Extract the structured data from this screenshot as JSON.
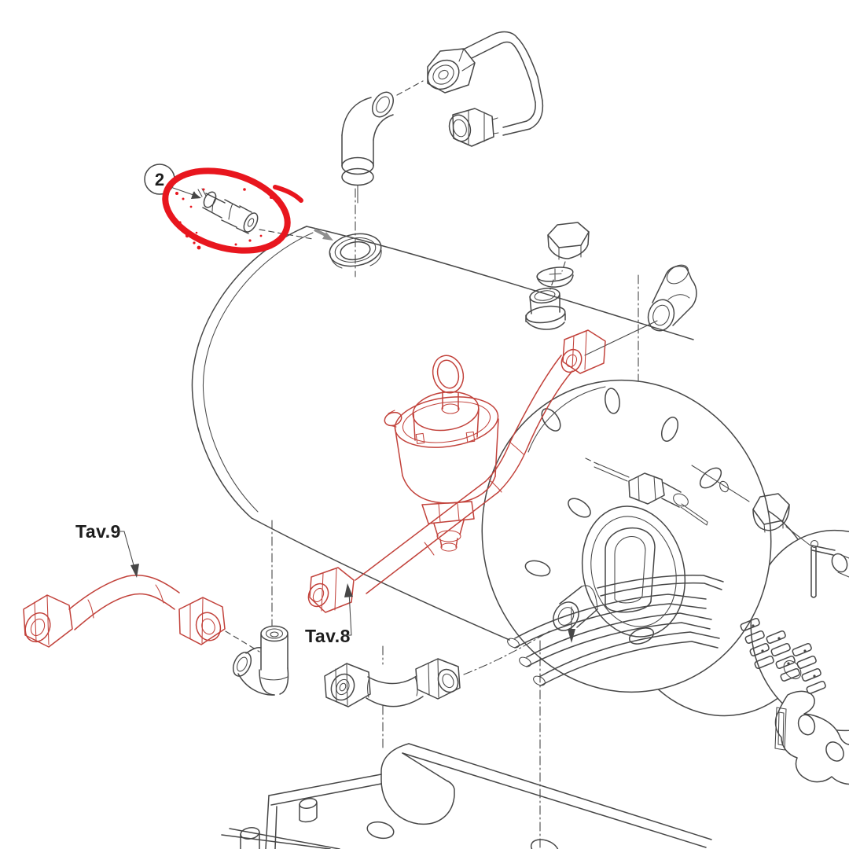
{
  "labels": {
    "part_callout": "2",
    "tav9": "Tav.9",
    "tav8": "Tav.8"
  },
  "colors": {
    "background": "#ffffff",
    "line": "#474747",
    "red_part": "#c2423b",
    "highlight_marker": "#e8161e",
    "leader": "#8f8f8f",
    "label_text": "#1d1d1d"
  },
  "parts": [
    "compression-fitting-part-2",
    "boiler-tank",
    "boiler-top-port",
    "steam-pipe-assembly",
    "hex-cap-nut",
    "sealing-washer",
    "port-fitting",
    "elbow-fitting-right",
    "safety-valve",
    "valve-outlet-pipe-tav8",
    "inlet-pipe-tav9",
    "elbow-fitting-bottom",
    "u-bend-pipe",
    "mounting-bracket",
    "boiler-end-plate",
    "sight-glass-ring",
    "drain-port",
    "level-probe",
    "hex-plug",
    "anode-pin",
    "heating-element-flange",
    "heating-element-coils",
    "terminal-stud-stacks",
    "element-gasket"
  ]
}
